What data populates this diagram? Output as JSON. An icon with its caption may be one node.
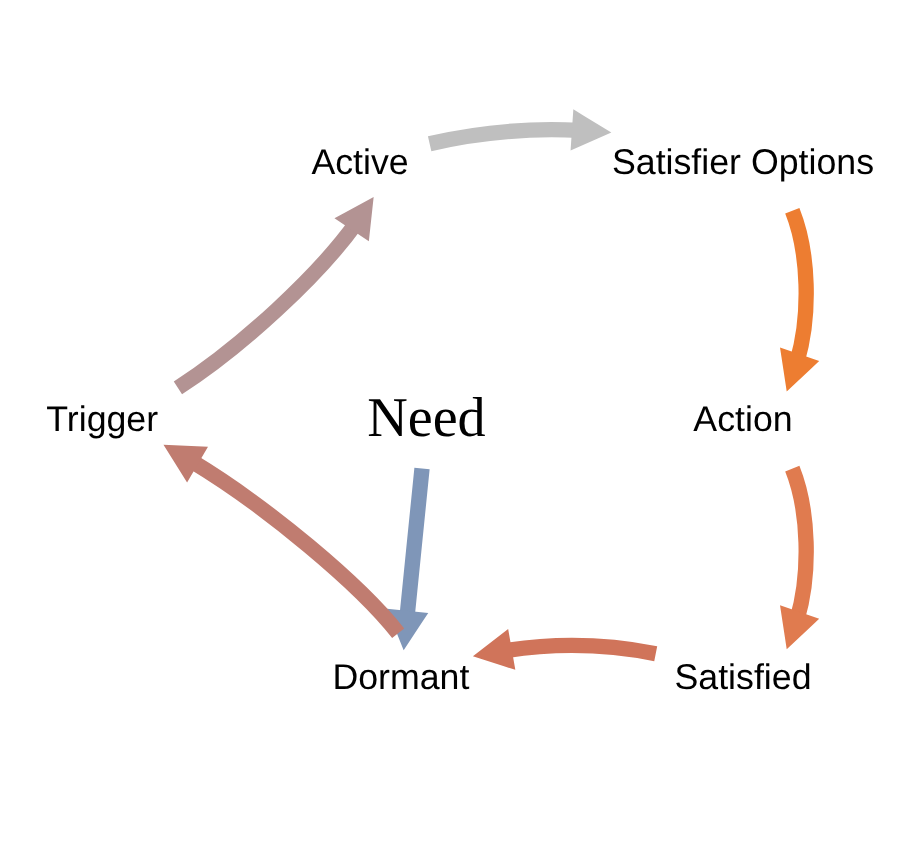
{
  "diagram": {
    "nodes": [
      {
        "text": [
          "Need"
        ]
      },
      {
        "text": [
          "Active"
        ]
      },
      {
        "text": [
          "Satisfier Options"
        ]
      },
      {
        "text": [
          "Action"
        ]
      },
      {
        "text": [
          "Satisfied"
        ]
      },
      {
        "text": [
          "Dormant"
        ]
      },
      {
        "text": [
          "Trigger"
        ]
      }
    ],
    "edges": [
      {
        "from": 1,
        "to": 2,
        "arrow": "to",
        "color": "#bfbfbf"
      },
      {
        "from": 2,
        "to": 3,
        "arrow": "to",
        "color": "#ed7d31"
      },
      {
        "from": 3,
        "to": 4,
        "arrow": "to",
        "color": "#e07b4f"
      },
      {
        "from": 4,
        "to": 5,
        "arrow": "to",
        "color": "#d0745a"
      },
      {
        "from": 5,
        "to": 6,
        "arrow": "to",
        "color": "#c07c70"
      },
      {
        "from": 6,
        "to": 1,
        "arrow": "to",
        "color": "#b39393"
      },
      {
        "from": 0,
        "to": 5,
        "arrow": "to",
        "color": "#7f96b8"
      }
    ]
  }
}
